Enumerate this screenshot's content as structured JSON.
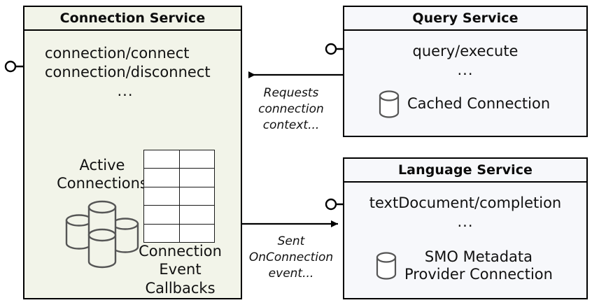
{
  "diagram": {
    "title": "Connection Service architecture",
    "background": "#ffffff",
    "colors": {
      "connection_service_fill": "#f2f4e9",
      "service_fill": "#f7f8fb",
      "border": "#000000",
      "cylinder_stroke": "#555555"
    }
  },
  "connection_service": {
    "title": "Connection Service",
    "api_endpoints": [
      "connection/connect",
      "connection/disconnect"
    ],
    "api_ellipsis": "...",
    "active_connections_label": "Active\nConnections",
    "active_connections_label_lines": [
      "Active",
      "Connections"
    ],
    "callbacks_label_lines": [
      "Connection",
      "Event",
      "Callbacks"
    ],
    "table": {
      "rows": 5,
      "columns": 2
    },
    "interface_port": "provided-interface-lollipop"
  },
  "query_service": {
    "title": "Query Service",
    "api_endpoints": [
      "query/execute"
    ],
    "api_ellipsis": "...",
    "resource_label_lines": [
      "Cached Connection"
    ],
    "resource_icon": "database-cylinder-icon",
    "interface_port": "provided-interface-lollipop"
  },
  "language_service": {
    "title": "Language Service",
    "api_endpoints": [
      "textDocument/completion"
    ],
    "api_ellipsis": "...",
    "resource_label_lines": [
      "SMO Metadata",
      "Provider Connection"
    ],
    "resource_icon": "database-cylinder-icon",
    "interface_port": "provided-interface-lollipop"
  },
  "edges": [
    {
      "id": "query-to-connection",
      "from": "query_service",
      "to": "connection_service",
      "direction": "left",
      "label_lines": [
        "Requests",
        "connection",
        "context..."
      ]
    },
    {
      "id": "connection-to-language",
      "from": "connection_service",
      "to": "language_service",
      "direction": "right",
      "label_lines": [
        "Sent",
        "OnConnection",
        "event..."
      ]
    }
  ]
}
